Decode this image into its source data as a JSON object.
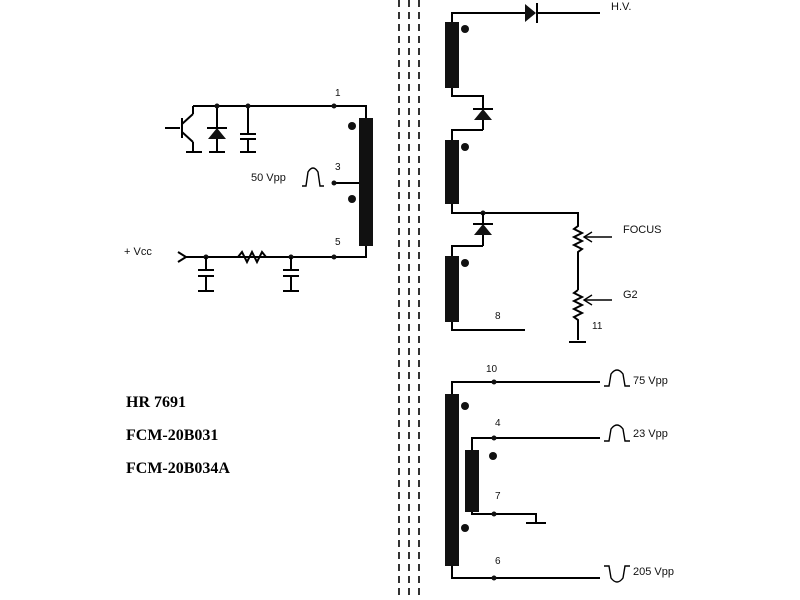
{
  "labels": {
    "hv": "H.V.",
    "focus": "FOCUS",
    "g2": "G2",
    "vcc": "+ Vcc",
    "vpp50": "50 Vpp",
    "vpp75": "75 Vpp",
    "vpp23": "23 Vpp",
    "vpp205": "205 Vpp"
  },
  "pins": {
    "p1": "1",
    "p3": "3",
    "p5": "5",
    "p8": "8",
    "p11": "11",
    "p10": "10",
    "p4": "4",
    "p7": "7",
    "p6": "6"
  },
  "models": [
    "HR 7691",
    "FCM-20B031",
    "FCM-20B034A"
  ]
}
